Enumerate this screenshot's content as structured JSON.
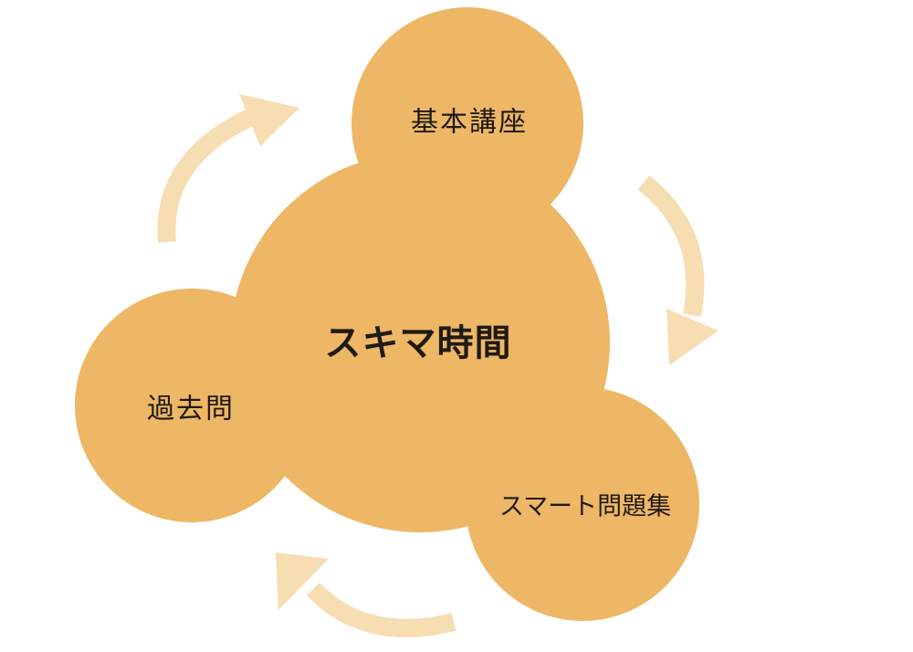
{
  "diagram": {
    "center": {
      "label": "スキマ時間"
    },
    "nodes": [
      {
        "label": "基本講座"
      },
      {
        "label": "スマート問題集"
      },
      {
        "label": "過去問"
      }
    ]
  },
  "colors": {
    "circle_fill": "#EDB766",
    "arrow_fill": "#F7DDB2",
    "text": "#1F1A14",
    "background": "#FFFFFF"
  }
}
